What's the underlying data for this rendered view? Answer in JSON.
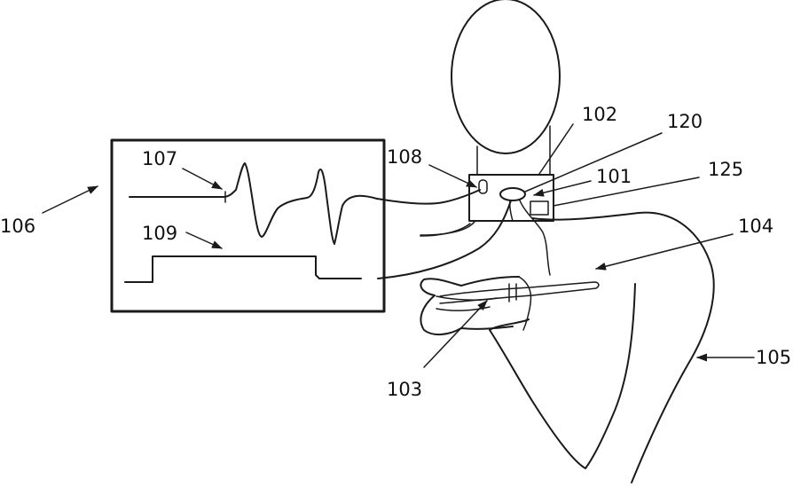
{
  "figure": {
    "labels": {
      "l101": "101",
      "l102": "102",
      "l103": "103",
      "l104": "104",
      "l105": "105",
      "l106": "106",
      "l107": "107",
      "l108": "108",
      "l109": "109",
      "l120": "120",
      "l125": "125"
    },
    "colors": {
      "ink": "#1a1a1a",
      "background": "#ffffff"
    }
  }
}
